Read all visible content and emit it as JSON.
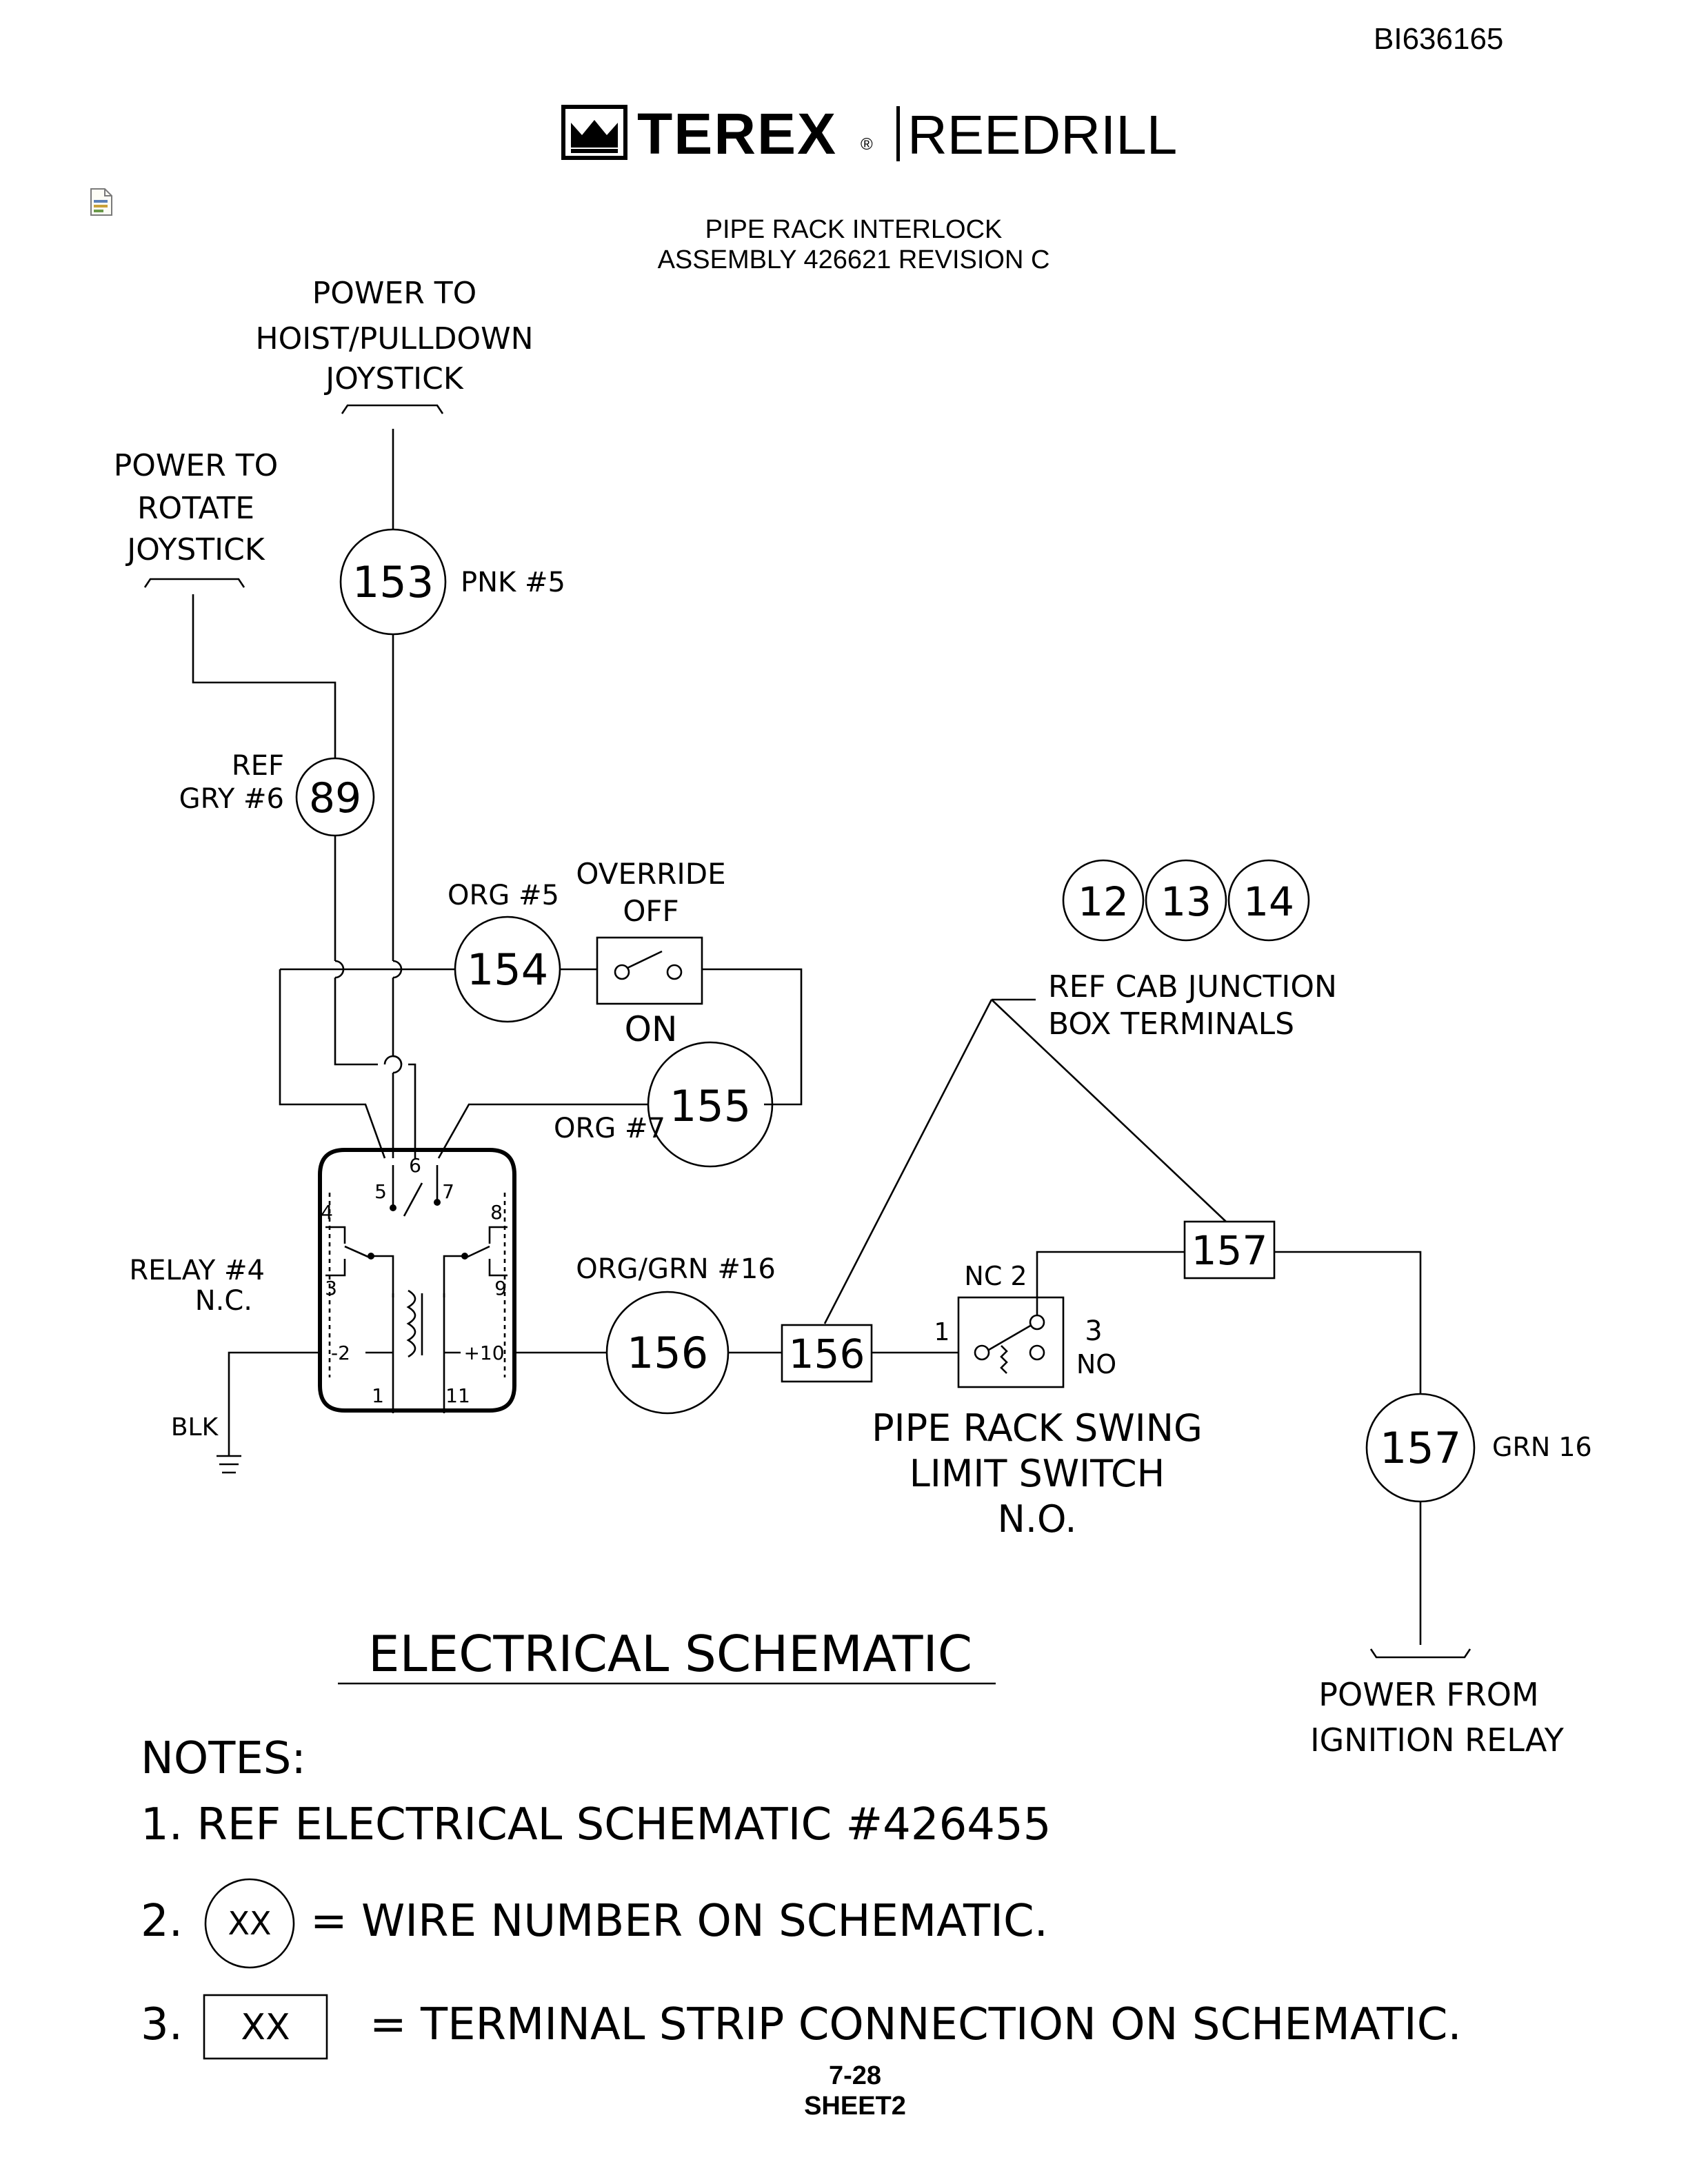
{
  "header": {
    "doc_id": "BI636165",
    "logo_brand": "TEREX",
    "logo_registered": "®",
    "logo_product": "REEDRILL",
    "title_line1": "PIPE RACK INTERLOCK",
    "title_line2": "ASSEMBLY 426621 REVISION C"
  },
  "icons": {
    "logo": "crown-logo-icon",
    "file": "document-icon"
  },
  "schematic": {
    "hoist_power": [
      "POWER TO",
      "HOIST/PULLDOWN",
      "JOYSTICK"
    ],
    "rotate_power": [
      "POWER TO",
      "ROTATE",
      "JOYSTICK"
    ],
    "wire_153": "153",
    "wire_153_label": "PNK #5",
    "wire_89": "89",
    "wire_89_ref": "REF",
    "wire_89_label": "GRY #6",
    "wire_154": "154",
    "wire_154_label": "ORG #5",
    "override": [
      "OVERRIDE",
      "OFF"
    ],
    "override_on": "ON",
    "wire_155": "155",
    "wire_155_label": "ORG #7",
    "jb_terminals": [
      "12",
      "13",
      "14"
    ],
    "jb_label": [
      "REF CAB JUNCTION",
      "BOX TERMINALS"
    ],
    "relay_label": [
      "RELAY #4",
      "N.C."
    ],
    "relay_pins": {
      "p1": "1",
      "p2": "-2",
      "p3": "3",
      "p4": "4",
      "p5": "5",
      "p6": "6",
      "p7": "7",
      "p8": "8",
      "p9": "9",
      "p10": "+10",
      "p11": "11"
    },
    "ground_label": "BLK",
    "wire_156": "156",
    "wire_156_label": "ORG/GRN #16",
    "terminal_156": "156",
    "switch_nc": "NC 2",
    "switch_pin1": "1",
    "switch_pin3": "3",
    "switch_no": "NO",
    "switch_label": [
      "PIPE RACK SWING",
      "LIMIT SWITCH",
      "N.O."
    ],
    "terminal_157": "157",
    "wire_157": "157",
    "wire_157_label": "GRN 16",
    "ignition": [
      "POWER FROM",
      "IGNITION RELAY"
    ],
    "heading": "ELECTRICAL SCHEMATIC"
  },
  "notes": {
    "heading": "NOTES:",
    "n1": "1. REF ELECTRICAL SCHEMATIC #426455",
    "n2_num": "2.",
    "n2_symbol": "XX",
    "n2_text": "= WIRE NUMBER ON SCHEMATIC.",
    "n3_num": "3.",
    "n3_symbol": "XX",
    "n3_text": "= TERMINAL STRIP CONNECTION ON SCHEMATIC."
  },
  "footer": {
    "page": "7-28",
    "sheet": "SHEET2"
  }
}
